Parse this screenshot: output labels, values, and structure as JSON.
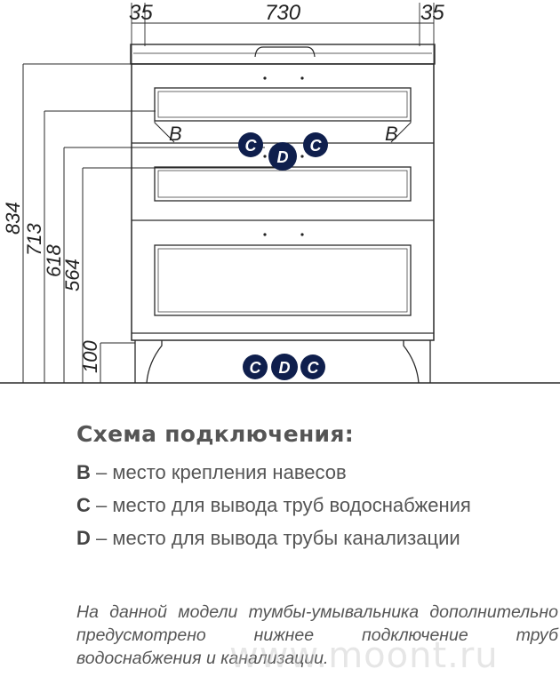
{
  "drawing": {
    "dimensions": {
      "top_left": "35",
      "top_center": "730",
      "top_right": "35",
      "h_834": "834",
      "h_713": "713",
      "h_618": "618",
      "h_564": "564",
      "h_100": "100"
    },
    "markers": {
      "b_left": "B",
      "b_right": "B",
      "c": "C",
      "d": "D"
    },
    "colors": {
      "badge": "#0f1f4d",
      "line": "#2a2a2a"
    }
  },
  "legend": {
    "title": "Схема подключения:",
    "items": [
      {
        "key": "B",
        "text": " – место крепления навесов"
      },
      {
        "key": "C",
        "text": " – место для вывода труб водоснабжения"
      },
      {
        "key": "D",
        "text": " – место для вывода трубы канализации"
      }
    ]
  },
  "note": "На данной модели тумбы-умывальника дополнительно предусмотрено нижнее подключение труб водоснабжения и канализации.",
  "watermark": "www.moont.ru"
}
